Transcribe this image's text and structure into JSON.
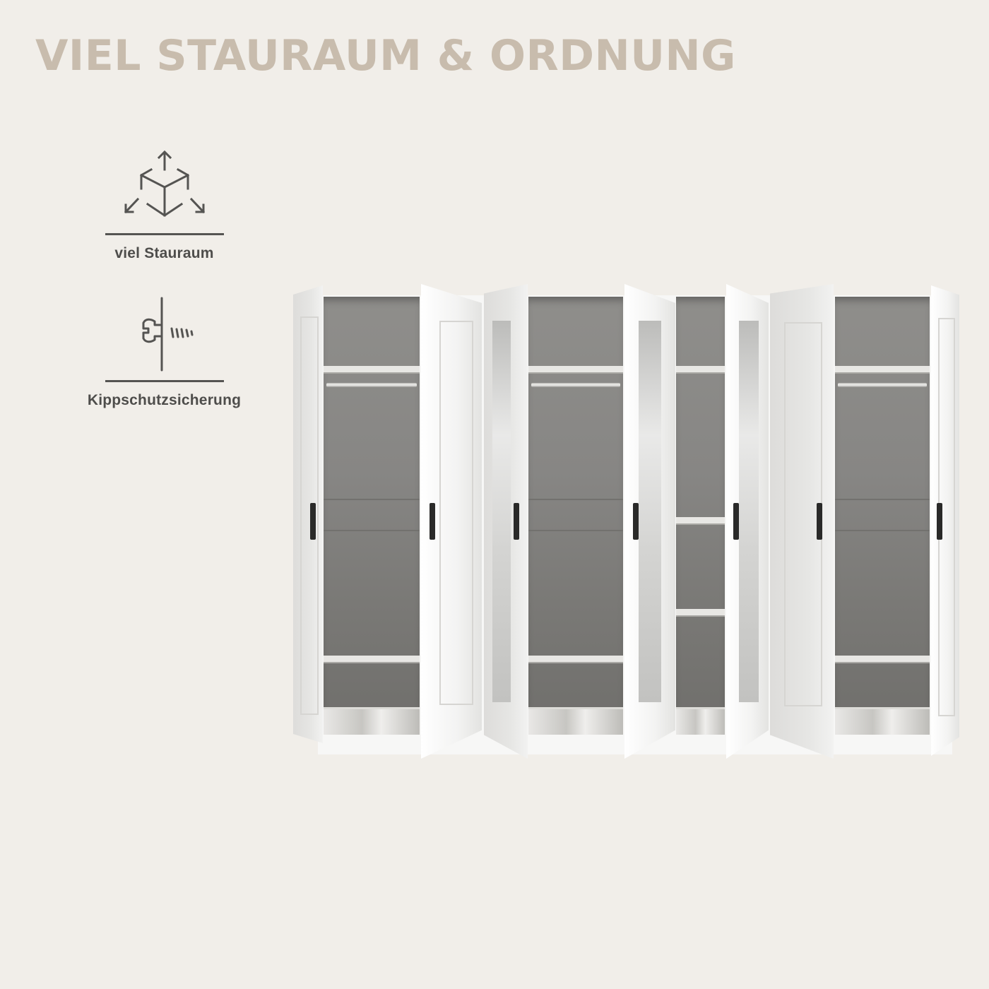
{
  "header": {
    "title": "VIEL STAURAUM & ORDNUNG",
    "title_color": "#c8bcad"
  },
  "background_color": "#f1eee9",
  "features": [
    {
      "icon": "cube-expand-icon",
      "label": "viel Stauraum"
    },
    {
      "icon": "anti-tip-bracket-icon",
      "label": "Kippschutzsicherung"
    }
  ],
  "product": {
    "type": "wardrobe",
    "color": "white",
    "doors": 8,
    "mirror_doors": 3,
    "compartments": [
      {
        "name": "left",
        "interior": [
          "top-shelf",
          "clothes-rail",
          "shelf",
          "bottom-shelf"
        ]
      },
      {
        "name": "center-left",
        "interior": [
          "top-shelf",
          "clothes-rail",
          "shelf",
          "bottom-shelf"
        ]
      },
      {
        "name": "narrow-center",
        "interior": [
          "shelf",
          "shelf",
          "shelf",
          "shelf"
        ]
      },
      {
        "name": "right",
        "interior": [
          "top-shelf",
          "clothes-rail",
          "shelf",
          "bottom-shelf"
        ]
      }
    ],
    "handle_color": "#2a2a29"
  }
}
